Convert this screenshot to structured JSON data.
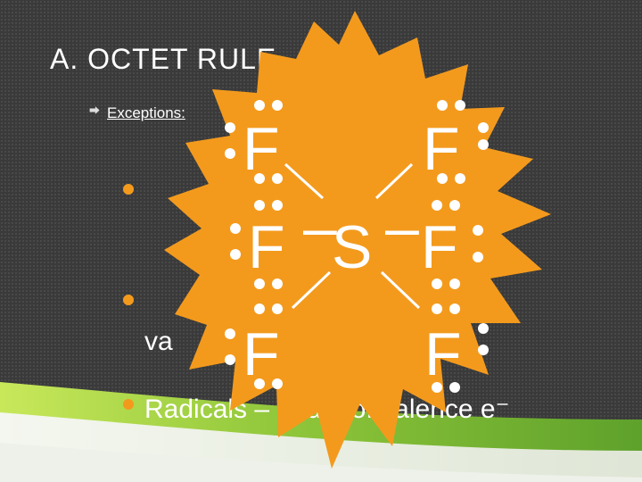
{
  "slide": {
    "title": "A. OCTET RULE",
    "subtitle": "Exceptions:",
    "bullets": [
      {
        "text": ""
      },
      {
        "text": "va"
      },
      {
        "text": "Radicals – odd # of valence e⁻"
      }
    ]
  },
  "molecule": {
    "central_atom": "S",
    "ligand_atoms": [
      "F",
      "F",
      "F",
      "F",
      "F",
      "F"
    ],
    "bond_symbol": "–"
  },
  "colors": {
    "background": "#3a3a3a",
    "burst": "#f39a1d",
    "text": "#ffffff",
    "accent_green": "#a6d23e"
  }
}
